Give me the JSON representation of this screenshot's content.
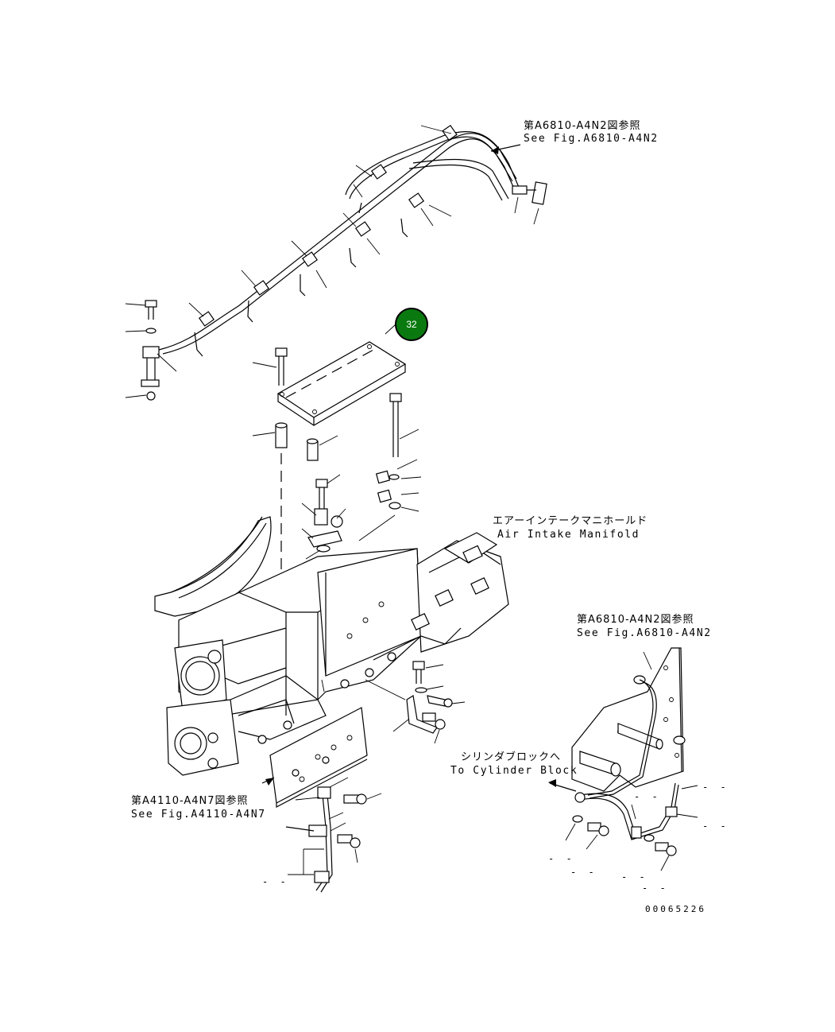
{
  "references": {
    "top": {
      "jp": "第A6810-A4N2図参照",
      "en": "See Fig.A6810-A4N2"
    },
    "intake": {
      "jp": "エアーインテークマニホールド",
      "en": "Air Intake Manifold"
    },
    "right": {
      "jp": "第A6810-A4N2図参照",
      "en": "See Fig.A6810-A4N2"
    },
    "cylinder": {
      "jp": "シリンダブロックへ",
      "en": "To Cylinder Block"
    },
    "left": {
      "jp": "第A4110-A4N7図参照",
      "en": "See Fig.A4110-A4N7"
    }
  },
  "callout": {
    "number": "32",
    "color": "#0a7a10"
  },
  "drawing_code": "00065226",
  "dash_marks": [
    "- -",
    "- -",
    "- -",
    "- -",
    "- -",
    "- -",
    "- -",
    "- -"
  ],
  "icons": {
    "callout": "circle-badge-icon",
    "arrow": "reference-arrow-icon"
  }
}
